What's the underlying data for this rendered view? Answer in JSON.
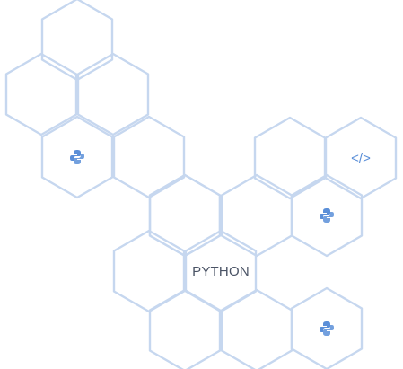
{
  "colors": {
    "hex_stroke": "#c6d7ef",
    "accent_icon": "#5b8fd8",
    "label_text": "#4a5365",
    "background": "#ffffff"
  },
  "hexagons": [
    {
      "id": "hex-1"
    },
    {
      "id": "hex-2"
    },
    {
      "id": "hex-3"
    },
    {
      "id": "hex-4",
      "icon": "python-logo-icon"
    },
    {
      "id": "hex-5"
    },
    {
      "id": "hex-6"
    },
    {
      "id": "hex-7"
    },
    {
      "id": "hex-8",
      "icon": "code-brackets-icon"
    },
    {
      "id": "hex-9"
    },
    {
      "id": "hex-10",
      "icon": "python-logo-icon"
    },
    {
      "id": "hex-11"
    },
    {
      "id": "hex-12",
      "label": "PYTHON"
    },
    {
      "id": "hex-13"
    },
    {
      "id": "hex-14"
    },
    {
      "id": "hex-15"
    },
    {
      "id": "hex-16",
      "icon": "python-logo-icon"
    }
  ],
  "icons": {
    "code": "</>"
  }
}
